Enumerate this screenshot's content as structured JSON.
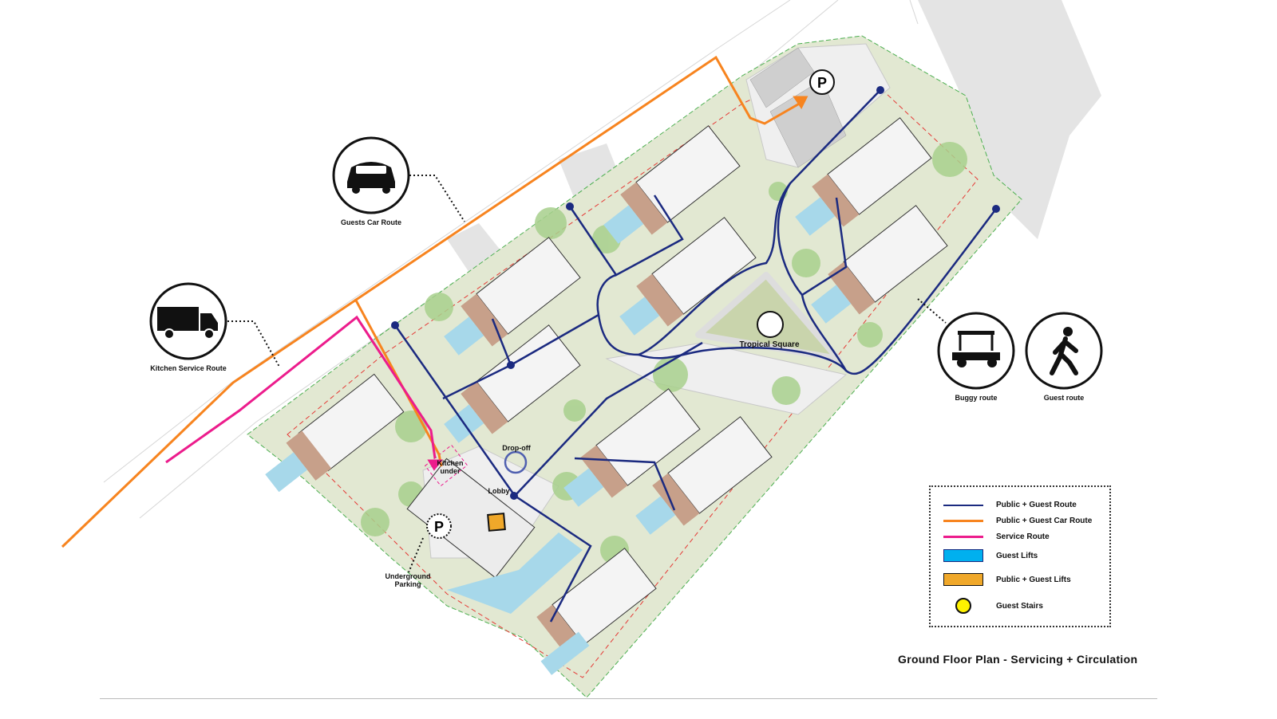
{
  "title": "Ground Floor Plan - Servicing + Circulation",
  "icons": [
    {
      "name": "car-icon",
      "label": "Guests Car Route"
    },
    {
      "name": "truck-icon",
      "label": "Kitchen Service Route"
    },
    {
      "name": "buggy-icon",
      "label": "Buggy route"
    },
    {
      "name": "pedestrian-icon",
      "label": "Guest route"
    }
  ],
  "plan_labels": {
    "tropical_square": "Tropical Square",
    "drop_off": "Drop-off",
    "lobby": "Lobby",
    "kitchen_under": "Kitchen\nunder",
    "underground_parking_1": "Underground",
    "underground_parking_2": "Parking",
    "parking_symbol": "P"
  },
  "legend": [
    {
      "label": "Public + Guest Route",
      "type": "line",
      "color": "#1b2a80"
    },
    {
      "label": "Public + Guest Car Route",
      "type": "line",
      "color": "#f7841f"
    },
    {
      "label": "Service Route",
      "type": "line",
      "color": "#ec1c8c"
    },
    {
      "label": "Guest Lifts",
      "type": "box",
      "color": "#00b0ef"
    },
    {
      "label": "Public + Guest Lifts",
      "type": "box",
      "color": "#f0a82a"
    },
    {
      "label": "Guest Stairs",
      "type": "dot",
      "color": "#fff200"
    }
  ]
}
